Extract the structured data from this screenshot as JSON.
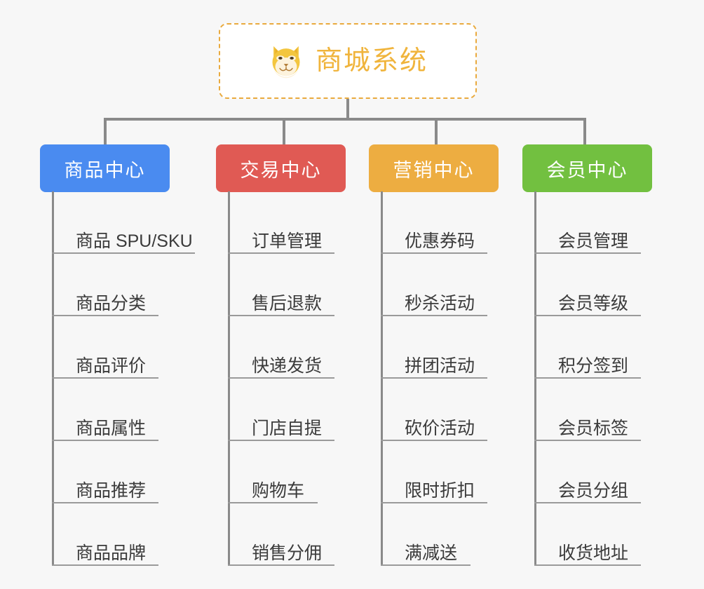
{
  "page": {
    "background_color": "#f7f7f7",
    "connector_color": "#8a8a8a",
    "leaf_rule_color": "#9a9a9a",
    "leaf_text_color": "#3b3b3b"
  },
  "root": {
    "title": "商城系统",
    "icon": "shiba-dog-face-icon",
    "text_color": "#f0b43c",
    "border_color": "#e9aa3e",
    "background_color": "#ffffff"
  },
  "categories": [
    {
      "label": "商品中心",
      "color": "#4a8bf0",
      "items": [
        "商品 SPU/SKU",
        "商品分类",
        "商品评价",
        "商品属性",
        "商品推荐",
        "商品品牌"
      ]
    },
    {
      "label": "交易中心",
      "color": "#e05a54",
      "items": [
        "订单管理",
        "售后退款",
        "快递发货",
        "门店自提",
        "购物车",
        "销售分佣"
      ]
    },
    {
      "label": "营销中心",
      "color": "#edad41",
      "items": [
        "优惠券码",
        "秒杀活动",
        "拼团活动",
        "砍价活动",
        "限时折扣",
        "满减送"
      ]
    },
    {
      "label": "会员中心",
      "color": "#72c040",
      "items": [
        "会员管理",
        "会员等级",
        "积分签到",
        "会员标签",
        "会员分组",
        "收货地址"
      ]
    }
  ]
}
